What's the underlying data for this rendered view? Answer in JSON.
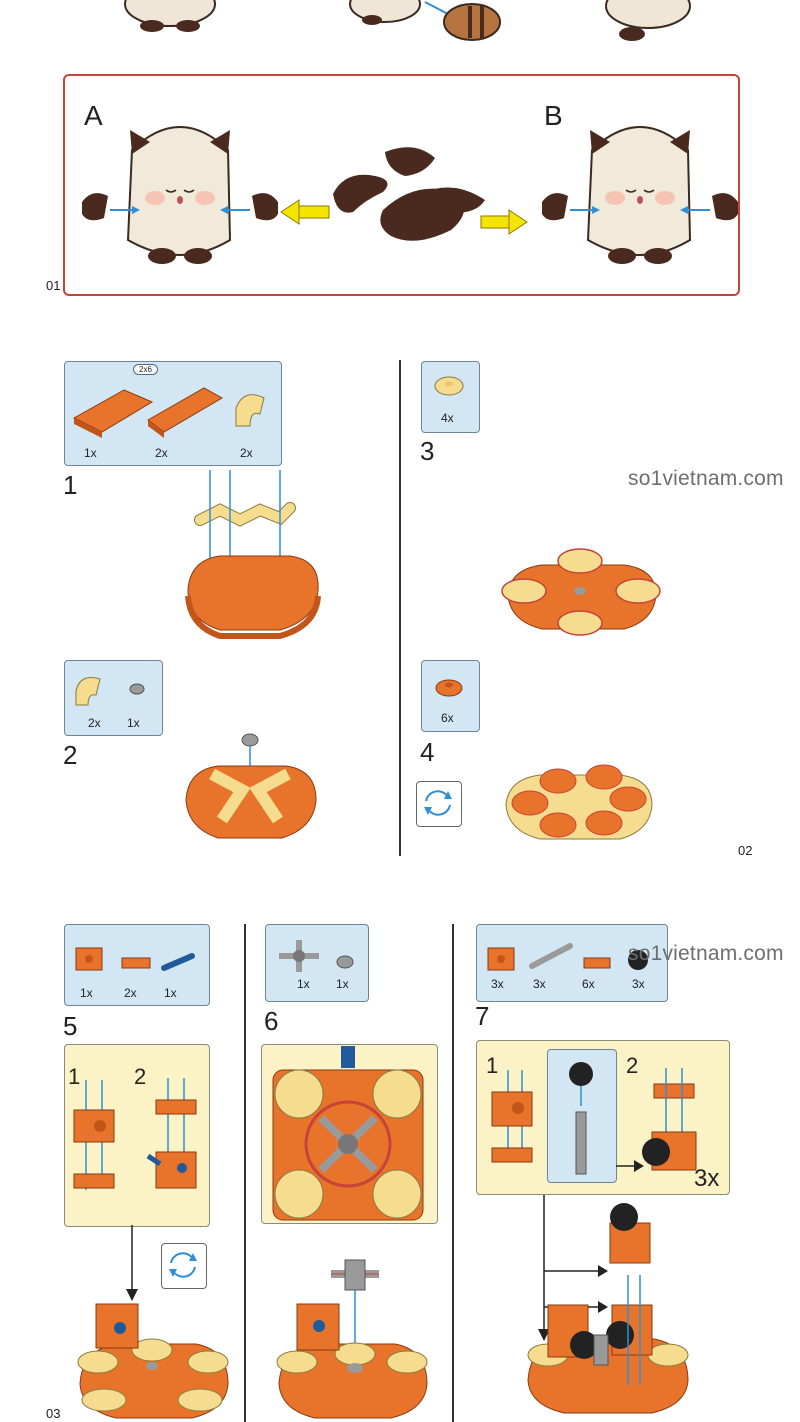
{
  "page_numbers": {
    "p1": "01",
    "p2": "02",
    "p3": "03"
  },
  "watermark": {
    "text1": "so1vietnam.com",
    "text2": "so1vietnam.com"
  },
  "panel_a": {
    "label_a": "A",
    "label_b": "B"
  },
  "steps": {
    "s1": {
      "number": "1",
      "size_tag": "2x6",
      "counts": [
        "1x",
        "2x",
        "2x"
      ]
    },
    "s2": {
      "number": "2",
      "counts": [
        "2x",
        "1x"
      ]
    },
    "s3": {
      "number": "3",
      "counts": [
        "4x"
      ]
    },
    "s4": {
      "number": "4",
      "counts": [
        "6x"
      ]
    },
    "s5": {
      "number": "5",
      "counts": [
        "1x",
        "2x",
        "1x"
      ],
      "sub1": "1",
      "sub2": "2"
    },
    "s6": {
      "number": "6",
      "counts": [
        "1x",
        "1x"
      ]
    },
    "s7": {
      "number": "7",
      "counts": [
        "3x",
        "3x",
        "6x",
        "3x"
      ],
      "sub1": "1",
      "sub2": "2",
      "mult": "3x"
    }
  },
  "colors": {
    "orange": "#e8732a",
    "light_yellow": "#f6dc8e",
    "panel_blue": "#d3e6f4",
    "panel_cream": "#fbf3c6",
    "frame_red": "#c8423a",
    "arrow_blue": "#2e8fd6"
  }
}
